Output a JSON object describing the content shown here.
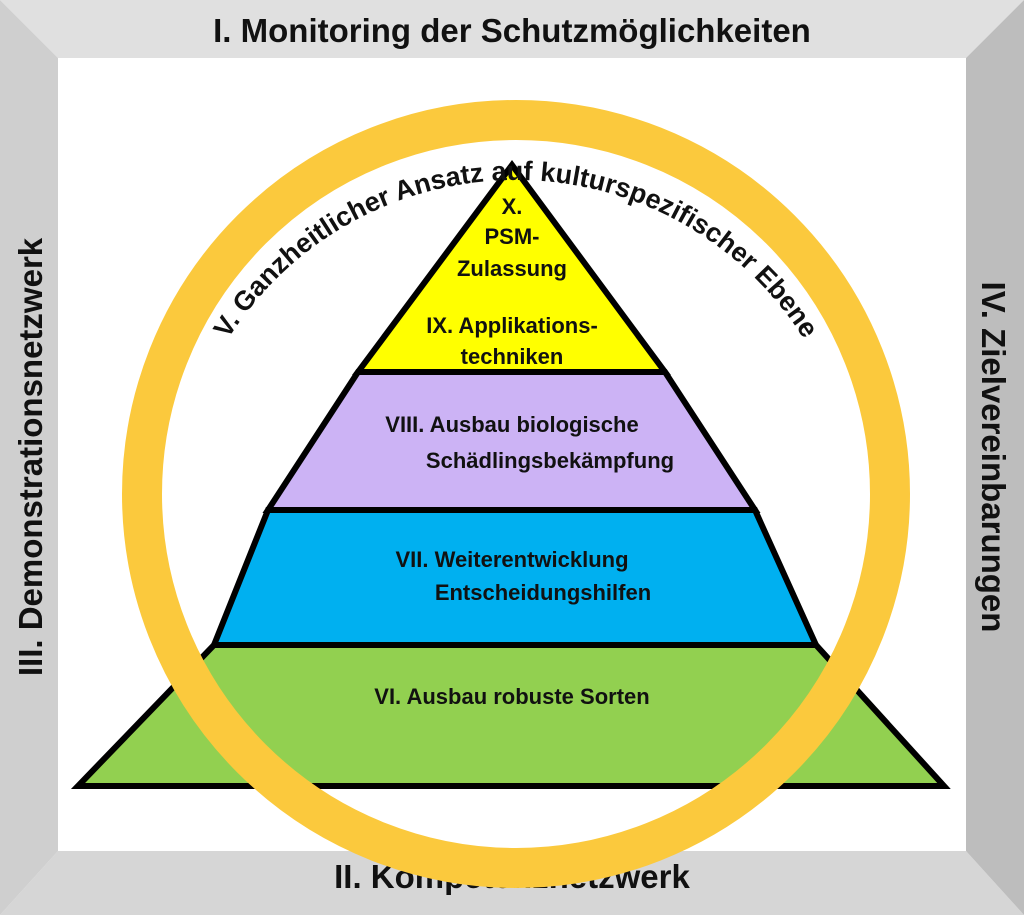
{
  "frame": {
    "top": "I. Monitoring der Schutzmöglichkeiten",
    "bottom": "II. Kompetenznetzwerk",
    "left": "III. Demonstrationsnetzwerk",
    "right": "IV. Zielvereinbarungen"
  },
  "ring": {
    "label": "V. Ganzheitlicher Ansatz auf kulturspezifischer Ebene"
  },
  "pyramid": {
    "tier_vi": {
      "line1": "VI. Ausbau robuste Sorten"
    },
    "tier_vii": {
      "line1": "VII. Weiterentwicklung",
      "line2": "Entscheidungshilfen"
    },
    "tier_viii": {
      "line1": "VIII. Ausbau biologische",
      "line2": "Schädlingsbekämpfung"
    },
    "tier_ix": {
      "line1": "IX. Applikations-",
      "line2": "techniken"
    },
    "tier_x": {
      "line1": "X.",
      "line2": "PSM-",
      "line3": "Zulassung"
    }
  },
  "colors": {
    "frame_top": "#e0e0e0",
    "frame_bottom": "#d6d6d6",
    "frame_left": "#cfcfcf",
    "frame_right": "#bdbdbd",
    "ring": "#fbc93d",
    "tier_vi": "#92d050",
    "tier_vii": "#00b0f0",
    "tier_viii": "#ccb3f5",
    "tier_ix_x": "#ffff00",
    "outline": "#000000"
  }
}
